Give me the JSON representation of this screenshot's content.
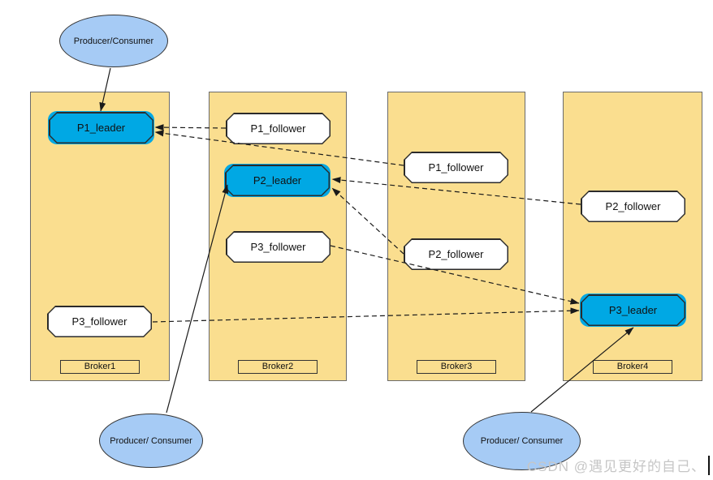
{
  "brokers": [
    {
      "label": "Broker1"
    },
    {
      "label": "Broker2"
    },
    {
      "label": "Broker3"
    },
    {
      "label": "Broker4"
    }
  ],
  "nodes": [
    {
      "label": "P1_leader",
      "role": "leader",
      "broker": "Broker1"
    },
    {
      "label": "P3_follower",
      "role": "follower",
      "broker": "Broker1"
    },
    {
      "label": "P1_follower",
      "role": "follower",
      "broker": "Broker2"
    },
    {
      "label": "P2_leader",
      "role": "leader",
      "broker": "Broker2"
    },
    {
      "label": "P3_follower",
      "role": "follower",
      "broker": "Broker2"
    },
    {
      "label": "P1_follower",
      "role": "follower",
      "broker": "Broker3"
    },
    {
      "label": "P2_follower",
      "role": "follower",
      "broker": "Broker3"
    },
    {
      "label": "P2_follower",
      "role": "follower",
      "broker": "Broker4"
    },
    {
      "label": "P3_leader",
      "role": "leader",
      "broker": "Broker4"
    }
  ],
  "producers": [
    {
      "label": "Producer/Consumer"
    },
    {
      "label": "Producer/ Consumer"
    },
    {
      "label": "Producer/ Consumer"
    }
  ],
  "watermark": {
    "text": "CSDN @遇见更好的自己、"
  },
  "colors": {
    "broker_fill": "#FADE8F",
    "broker_border": "#6b6b6b",
    "leader_fill": "#00A8E4",
    "follower_fill": "#ffffff",
    "node_border": "#2b2b2b",
    "ellipse_fill": "#A6CBF5",
    "line_color": "#1a1a1a",
    "watermark_color": "#c6c6c6"
  }
}
